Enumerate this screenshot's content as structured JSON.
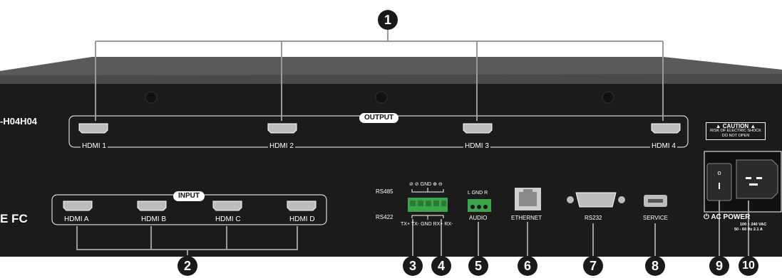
{
  "panel": {
    "model_suffix": "-H04H04",
    "fcc_mark": "E FC"
  },
  "output": {
    "group_label": "OUTPUT",
    "ports": [
      "HDMI 1",
      "HDMI 2",
      "HDMI 3",
      "HDMI 4"
    ]
  },
  "input": {
    "group_label": "INPUT",
    "ports": [
      "HDMI A",
      "HDMI B",
      "HDMI C",
      "HDMI D"
    ]
  },
  "serial": {
    "rs485_label": "RS485",
    "rs485_pins": "⊘  ⊘  GND  ⊕  ⊖",
    "rs422_label": "RS422",
    "rs422_pins": "TX+ TX- GND RX+ RX-"
  },
  "audio": {
    "pins": "L GND R",
    "label": "AUDIO"
  },
  "ethernet_label": "ETHERNET",
  "rs232_label": "RS232",
  "service_label": "SERVICE",
  "caution": {
    "title": "▲ CAUTION ▲",
    "line1": "RISK OF ELECTRIC SHOCK",
    "line2": "DO NOT OPEN"
  },
  "power": {
    "label": "⏻ AC POWER",
    "spec1": "100 ~ 240 VAC",
    "spec2": "50 - 60 Hz  2.1 A"
  },
  "callouts": [
    "1",
    "2",
    "3",
    "4",
    "5",
    "6",
    "7",
    "8",
    "9",
    "10"
  ],
  "colors": {
    "chassis": "#1b1b1b",
    "chassis_top": "#4a4a4a",
    "terminal_green": "#3aa64a",
    "badge": "#1a1a1a",
    "callout_line": "#9a9a9a"
  }
}
